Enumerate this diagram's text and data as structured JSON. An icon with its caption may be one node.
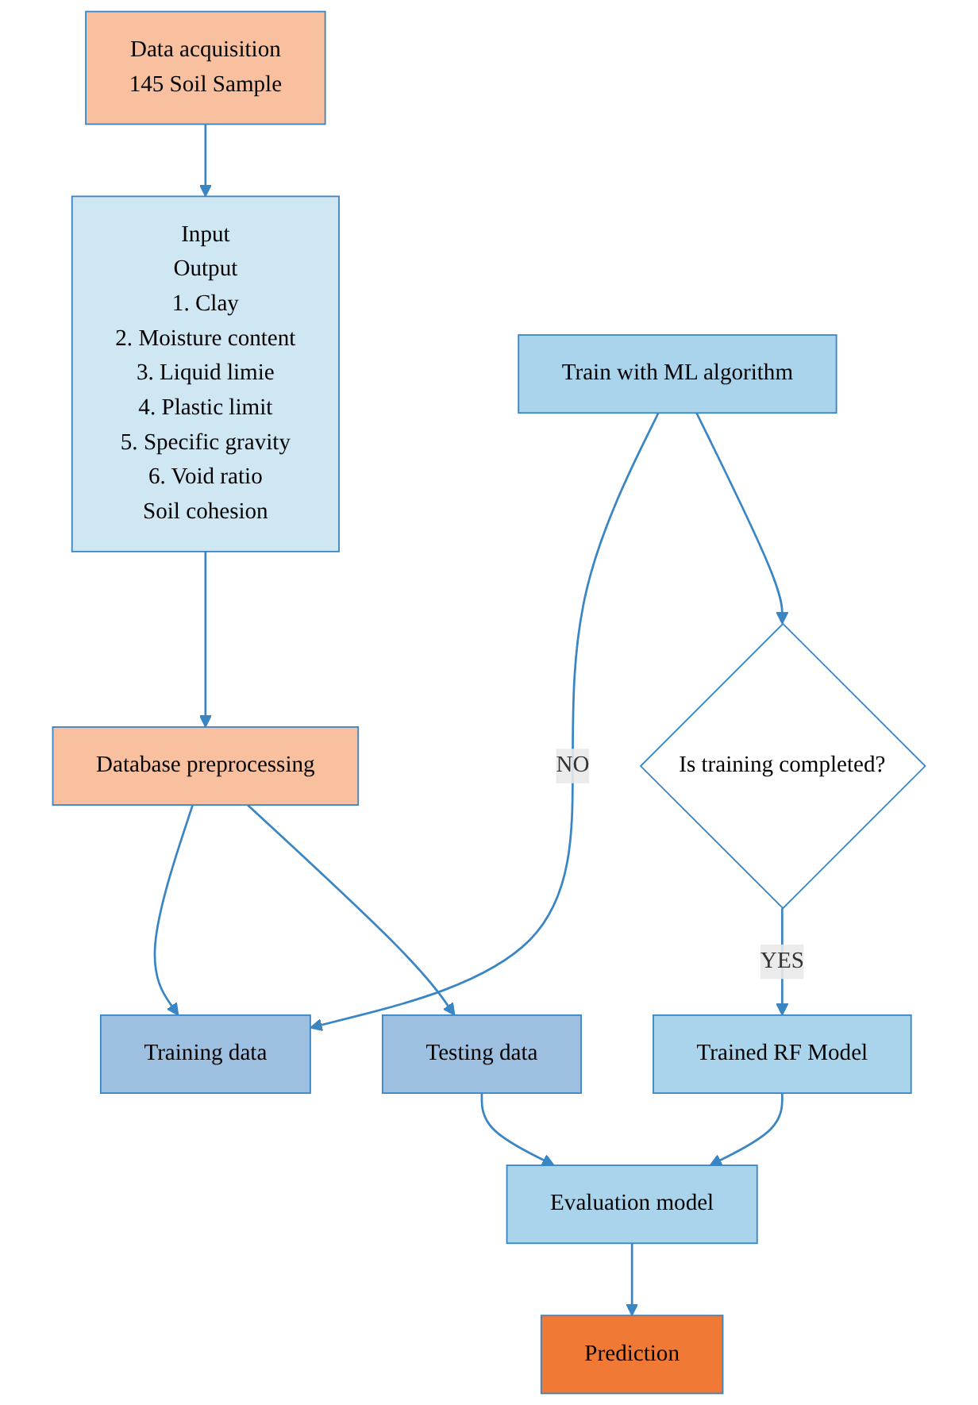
{
  "diagram": {
    "nodes": [
      {
        "text": [
          "Data acquisition",
          "145 Soil Sample"
        ]
      },
      {
        "text": [
          "Input",
          "Output",
          "1. Clay",
          "2. Moisture content",
          "3. Liquid limie",
          "4. Plastic limit",
          "5. Specific gravity",
          "6. Void ratio",
          "Soil cohesion"
        ]
      },
      {
        "text": [
          "Database preprocessing"
        ]
      },
      {
        "text": [
          "Training data"
        ]
      },
      {
        "text": [
          "Testing data"
        ]
      },
      {
        "text": [
          "Train with ML algorithm"
        ]
      },
      {
        "text": [
          "Is training completed?"
        ]
      },
      {
        "text": [
          "Trained RF Model"
        ]
      },
      {
        "text": [
          "Evaluation model"
        ]
      },
      {
        "text": [
          "Prediction"
        ]
      }
    ],
    "edges": [
      {
        "from": 0,
        "to": 1,
        "arrow": "to"
      },
      {
        "from": 1,
        "to": 2,
        "arrow": "to"
      },
      {
        "from": 2,
        "to": 3,
        "arrow": "to"
      },
      {
        "from": 2,
        "to": 4,
        "arrow": "to"
      },
      {
        "from": 5,
        "to": 3,
        "arrow": "to",
        "label": "NO"
      },
      {
        "from": 5,
        "to": 6,
        "arrow": "to"
      },
      {
        "from": 6,
        "to": 7,
        "arrow": "to",
        "label": "YES"
      },
      {
        "from": 7,
        "to": 8,
        "arrow": "to"
      },
      {
        "from": 4,
        "to": 8,
        "arrow": "to"
      },
      {
        "from": 8,
        "to": 9,
        "arrow": "to"
      }
    ]
  }
}
